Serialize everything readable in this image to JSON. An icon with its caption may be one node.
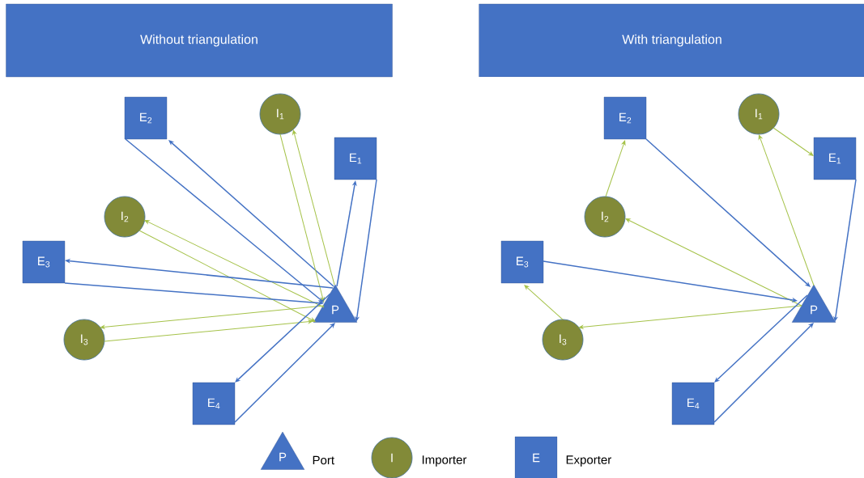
{
  "diagram": {
    "nodes": [
      {
        "text": [
          "Without triangulation"
        ]
      },
      {
        "text": [
          "E$_{2}$"
        ]
      },
      {
        "text": [
          "I$_{1}$"
        ]
      },
      {
        "text": [
          "E$_{1}$"
        ]
      },
      {
        "text": [
          "I$_{2}$"
        ]
      },
      {
        "text": [
          "E$_{3}$"
        ]
      },
      {
        "text": [
          "P"
        ]
      },
      {
        "text": [
          "I$_{3}$"
        ]
      },
      {
        "text": [
          "E$_{4}$"
        ]
      },
      {
        "text": [
          "With triangulation"
        ]
      },
      {
        "text": [
          "E$_{2}$"
        ]
      },
      {
        "text": [
          "I$_{1}$"
        ]
      },
      {
        "text": [
          "E$_{1}$"
        ]
      },
      {
        "text": [
          "I$_{2}$"
        ]
      },
      {
        "text": [
          "E$_{3}$"
        ]
      },
      {
        "text": [
          "P"
        ]
      },
      {
        "text": [
          "I$_{3}$"
        ]
      },
      {
        "text": [
          "E$_{4}$"
        ]
      },
      {
        "text": [
          "P"
        ],
        "beside": [
          "Port"
        ]
      },
      {
        "text": [
          "I"
        ],
        "beside": [
          "Importer"
        ]
      },
      {
        "text": [
          "E"
        ],
        "beside": [
          "Exporter"
        ]
      }
    ],
    "edges": [
      {
        "from": 1,
        "to": 6,
        "arrow": "to"
      },
      {
        "from": 6,
        "to": 1,
        "arrow": "to"
      },
      {
        "from": 2,
        "to": 6,
        "arrow": "to",
        "color": "#a5c249"
      },
      {
        "from": 6,
        "to": 2,
        "arrow": "to",
        "color": "#a5c249"
      },
      {
        "from": 6,
        "to": 3,
        "arrow": "to"
      },
      {
        "from": 3,
        "to": 6,
        "arrow": "to"
      },
      {
        "from": 6,
        "to": 4,
        "arrow": "to",
        "color": "#a5c249"
      },
      {
        "from": 4,
        "to": 6,
        "arrow": "to",
        "color": "#a5c249"
      },
      {
        "from": 6,
        "to": 5,
        "arrow": "to"
      },
      {
        "from": 5,
        "to": 6,
        "arrow": "to"
      },
      {
        "from": 6,
        "to": 7,
        "arrow": "to",
        "color": "#a5c249"
      },
      {
        "from": 7,
        "to": 6,
        "arrow": "to",
        "color": "#a5c249"
      },
      {
        "from": 6,
        "to": 8,
        "arrow": "to"
      },
      {
        "from": 8,
        "to": 6,
        "arrow": "to"
      },
      {
        "from": 10,
        "to": 15,
        "arrow": "to"
      },
      {
        "from": 11,
        "to": 12,
        "arrow": "to",
        "color": "#a5c249"
      },
      {
        "from": 15,
        "to": 11,
        "arrow": "to",
        "color": "#a5c249"
      },
      {
        "from": 13,
        "to": 10,
        "arrow": "to",
        "color": "#a5c249"
      },
      {
        "from": 15,
        "to": 13,
        "arrow": "to",
        "color": "#a5c249"
      },
      {
        "from": 14,
        "to": 15,
        "arrow": "to"
      },
      {
        "from": 16,
        "to": 14,
        "arrow": "to",
        "color": "#a5c249"
      },
      {
        "from": 15,
        "to": 16,
        "arrow": "to",
        "color": "#a5c249"
      },
      {
        "from": 12,
        "to": 15,
        "arrow": "to"
      },
      {
        "from": 15,
        "to": 17,
        "arrow": "to"
      },
      {
        "from": 17,
        "to": 15,
        "arrow": "to"
      }
    ]
  }
}
